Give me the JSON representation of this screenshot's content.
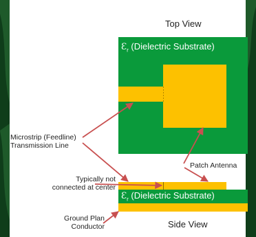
{
  "labels": {
    "top_view": "Top View",
    "side_view": "Side View",
    "patch_antenna": "Patch  Antenna",
    "microstrip": "Microstrip (Feedline)\nTransmission Line",
    "not_connected": "Typically not\nconnected at center",
    "ground_plane": "Ground Plan\nConductor",
    "substrate_symbol": "Ɛ",
    "substrate_subscript": "r",
    "substrate_label_top": " (Dielectric Substrate)",
    "substrate_label_side": " (Dielectric Substrate)"
  },
  "colors": {
    "background_dark": "#0f3d1a",
    "background_light": "#ffffff",
    "substrate_green": "#0a9a3b",
    "copper_yellow": "#fdc100",
    "arrow_red": "#c85050",
    "text_dark": "#222222",
    "text_white": "#ffffff"
  }
}
